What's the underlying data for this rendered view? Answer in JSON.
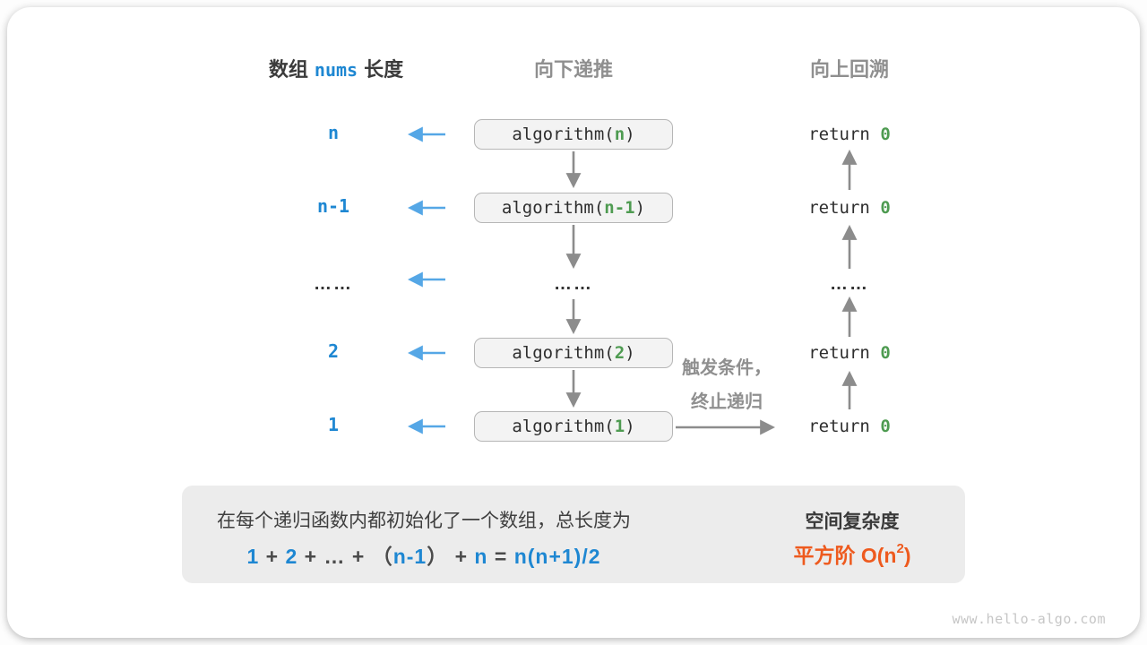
{
  "colors": {
    "blue": "#1e87d2",
    "light_blue_arrow": "#55a7e6",
    "green": "#4e9b51",
    "orange": "#ee5a1e",
    "gray_arrow": "#8c8c8c",
    "box_bg": "#f3f3f3",
    "summary_bg": "#ececec"
  },
  "headers": {
    "left_prefix": "数组",
    "left_code": "nums",
    "left_suffix": "长度",
    "middle": "向下递推",
    "right": "向上回溯"
  },
  "code": {
    "call_prefix": "algorithm(",
    "call_suffix": ")",
    "return_prefix": "return "
  },
  "rows": [
    {
      "length": "n",
      "arg": "n",
      "ret": "0"
    },
    {
      "length": "n-1",
      "arg": "n-1",
      "ret": "0"
    },
    {
      "length": "……",
      "call": "……",
      "ret": "……"
    },
    {
      "length": "2",
      "arg": "2",
      "ret": "0"
    },
    {
      "length": "1",
      "arg": "1",
      "ret": "0"
    }
  ],
  "annotation": {
    "line1": "触发条件，",
    "line2": "终止递归"
  },
  "summary": {
    "line1": "在每个递归函数内都初始化了一个数组，总长度为",
    "formula": [
      "1",
      " + ",
      "2",
      " + ",
      "…",
      " + ",
      "（",
      "n-1",
      "）",
      " + ",
      "n",
      " = ",
      "n(n+1)/2"
    ]
  },
  "complexity": {
    "title": "空间复杂度",
    "order": "平方阶 ",
    "o_prefix": "O(n",
    "o_sup": "2",
    "o_suffix": ")"
  },
  "watermark": "www.hello-algo.com"
}
